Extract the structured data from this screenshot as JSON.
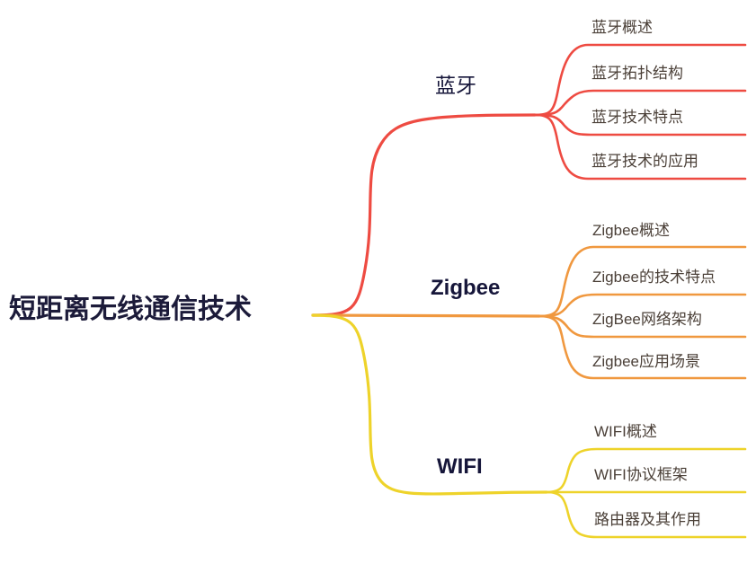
{
  "mindmap": {
    "root": {
      "label": "短距离无线通信技术",
      "color": "#1c1b3a"
    },
    "branches": [
      {
        "id": "bluetooth",
        "label": "蓝牙",
        "color": "#EE4B42",
        "children": [
          {
            "label": "蓝牙概述"
          },
          {
            "label": "蓝牙拓扑结构"
          },
          {
            "label": "蓝牙技术特点"
          },
          {
            "label": "蓝牙技术的应用"
          }
        ]
      },
      {
        "id": "zigbee",
        "label": "Zigbee",
        "color": "#F0983F",
        "children": [
          {
            "label": "Zigbee概述"
          },
          {
            "label": "Zigbee的技术特点"
          },
          {
            "label": "ZigBee网络架构"
          },
          {
            "label": "Zigbee应用场景"
          }
        ]
      },
      {
        "id": "wifi",
        "label": "WIFI",
        "color": "#EED32A",
        "children": [
          {
            "label": "WIFI概述"
          },
          {
            "label": "WIFI协议框架"
          },
          {
            "label": "路由器及其作用"
          }
        ]
      }
    ],
    "palette": {
      "background": "#ffffff",
      "leaf_text": "#4b4038",
      "topic_text": "#16163a",
      "root_text": "#1c1b3a"
    }
  }
}
